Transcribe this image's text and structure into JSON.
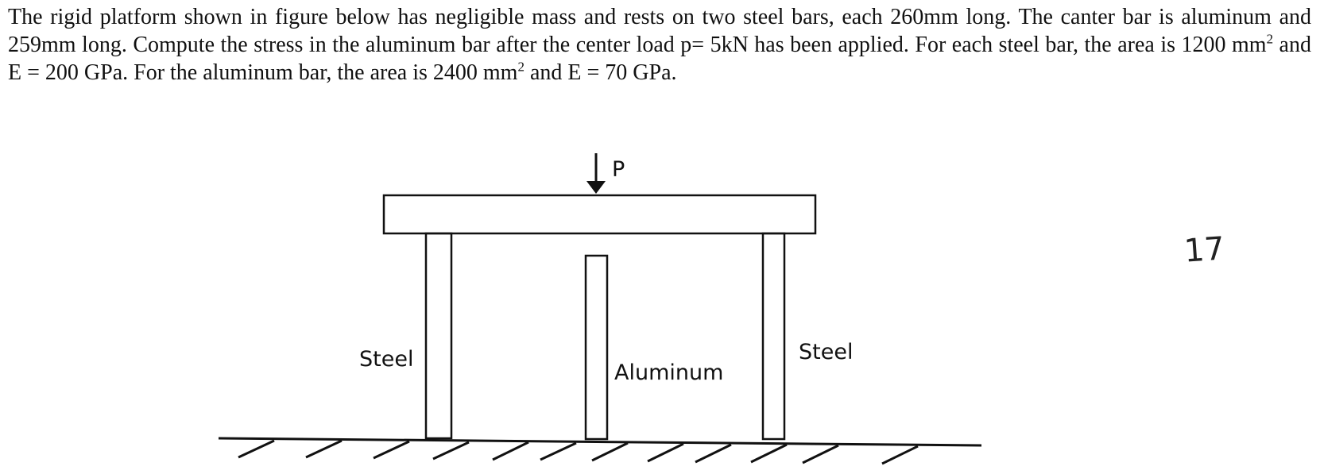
{
  "problem": {
    "part1": "The rigid platform shown in figure below has negligible mass and rests on two steel bars, each 260mm long. The canter bar is aluminum and 259mm long. Compute the stress in the aluminum bar after the center load p= 5kN has been applied. For each steel bar, the area is 1200 mm",
    "exp1": "2",
    "part2": " and E = 200 GPa. For the aluminum bar, the area is 2400 mm",
    "exp2": "2",
    "part3": " and E = 70 GPa."
  },
  "figure": {
    "load_label": "P",
    "left_bar_label": "Steel",
    "center_bar_label": "Aluminum",
    "right_bar_label": "Steel"
  },
  "page_note": "17"
}
